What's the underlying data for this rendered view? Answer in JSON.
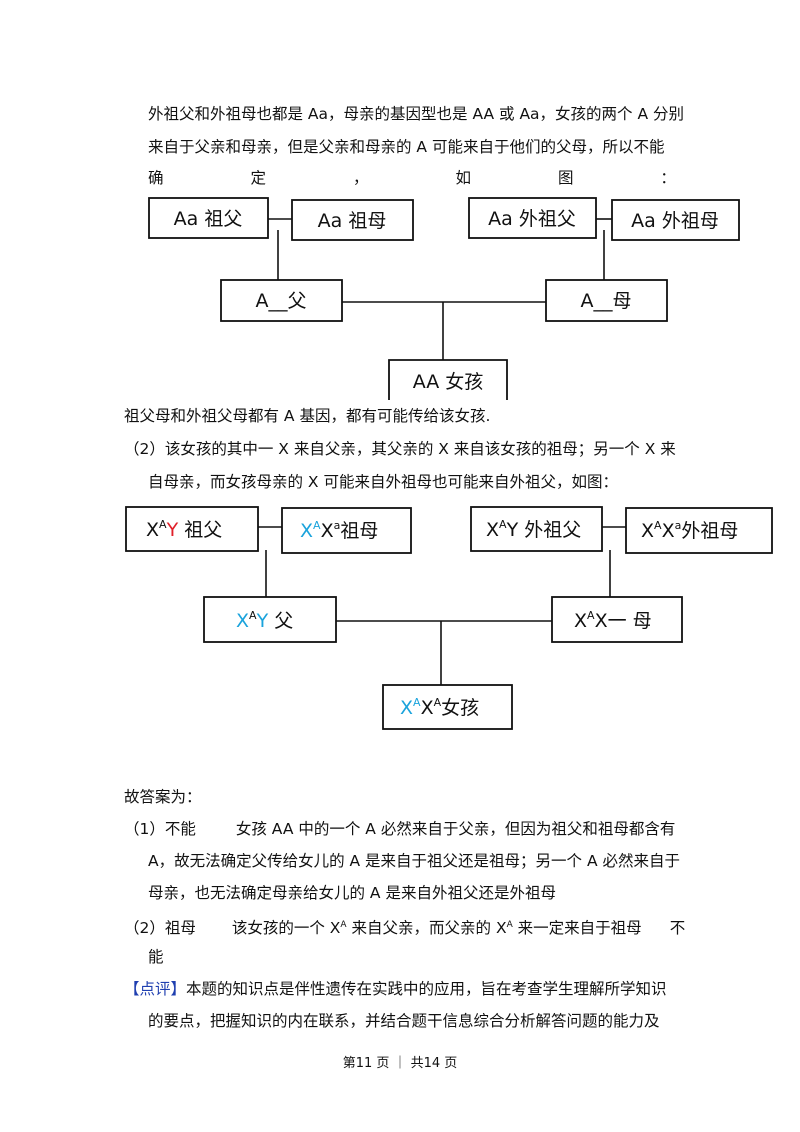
{
  "para1": {
    "l1": "外祖父和外祖母也都是 Aa，母亲的基因型也是 AA 或 Aa，女孩的两个 A 分别",
    "l2": "来自于父亲和母亲，但是父亲和母亲的 A 可能来自于他们的父母，所以不能",
    "l3_chars": [
      "确",
      "定",
      "，",
      "如",
      "图",
      "："
    ]
  },
  "diagram1": {
    "grandfather": "Aa 祖父",
    "grandmother": "Aa 祖母",
    "mgf": "Aa 外祖父",
    "mgm": "Aa 外祖母",
    "father": "A__父",
    "mother": "A__母",
    "girl": "AA 女孩"
  },
  "para2": {
    "l1": "祖父母和外祖父母都有 A 基因，都有可能传给该女孩.",
    "l2": "（2）该女孩的其中一 X 来自父亲，其父亲的 X 来自该女孩的祖母；另一个 X 来",
    "l3": "自母亲，而女孩母亲的 X 可能来自外祖母也可能来自外祖父，如图："
  },
  "diagram2": {
    "gf_x": "X",
    "gf_sup": "A",
    "gf_y": "Y",
    "gf_label": " 祖父",
    "gm_x1": "X",
    "gm_sup1": "A",
    "gm_x2": "X",
    "gm_sup2": "a",
    "gm_label": "祖母",
    "mgf_x": "X",
    "mgf_sup": "A",
    "mgf_y": "Y",
    "mgf_label": " 外祖父",
    "mgm_x1": "X",
    "mgm_sup1": "A",
    "mgm_x2": "X",
    "mgm_sup2": "a",
    "mgm_label": "外祖母",
    "f_x": "X",
    "f_sup": "A",
    "f_y": "Y",
    "f_label": " 父",
    "m_x1": "X",
    "m_sup1": "A",
    "m_x2": "X",
    "m_rest": "一 母",
    "g_x1": "X",
    "g_sup1": "A",
    "g_x2": "X",
    "g_sup2": "A",
    "g_label": "女孩",
    "colors": {
      "red": "#e0202a",
      "blue": "#1aa3dc"
    }
  },
  "answer": {
    "title": "故答案为：",
    "a1_1_num": "（1）不能",
    "a1_1_text": "女孩 AA 中的一个 A 必然来自于父亲，但因为祖父和祖母都含有",
    "a1_2": "A，故无法确定父传给女儿的 A 是来自于祖父还是祖母；另一个 A 必然来自于",
    "a1_3": "母亲，也无法确定母亲给女儿的 A 是来自外祖父还是外祖母",
    "a2_num": "（2）祖母",
    "a2_pre": "该女孩的一个 X",
    "a2_sup1": "A",
    "a2_mid": " 来自父亲，而父亲的 X",
    "a2_sup2": "A",
    "a2_post": " 来一定来自于祖母",
    "a2_end": "不",
    "a2_2": "能"
  },
  "review": {
    "bracket": "【点评】",
    "l1": "本题的知识点是伴性遗传在实践中的应用，旨在考查学生理解所学知识",
    "l2": "的要点，把握知识的内在联系，并结合题干信息综合分析解答问题的能力及"
  },
  "footer": {
    "text": "第11 页 ｜ 共14 页"
  }
}
